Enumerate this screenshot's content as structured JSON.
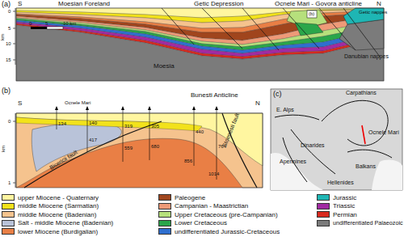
{
  "diagram": {
    "labels": [
      "(a)",
      "S",
      "Moesian Foreland",
      "Getic Depression",
      "Ocnele Mari - Govora anticline",
      "N",
      "(b)",
      "Getic nappes",
      "Danubian nappes",
      "Moesia",
      "0",
      "5",
      "10",
      "15",
      "km",
      "0",
      "5",
      "10 km",
      "(b)",
      "S",
      "N",
      "Bunesti Anticline",
      "Ocnele Mari",
      "134",
      "140",
      "319",
      "305",
      "417",
      "559",
      "680",
      "440",
      "856",
      "764",
      "1014",
      "Bisericii fault",
      "Stoenesti fault",
      "0",
      "km",
      "1",
      "(c)",
      "E. Alps",
      "Carpathians",
      "Apennines",
      "Dinarides",
      "Balkans",
      "Ocnele Mari",
      "Hellenides"
    ],
    "legend": [
      {
        "text": "upper Miocene - Quaternary",
        "color": "#fff6a0"
      },
      {
        "text": "middle Miocene (Sarmatian)",
        "color": "#f2e21b"
      },
      {
        "text": "middle Miocene (Badenian)",
        "color": "#f5c38e"
      },
      {
        "text": "Salt - middle Miocene (Badenian)",
        "color": "#b9c3d9"
      },
      {
        "text": "lower Miocene (Burdigalian)",
        "color": "#e97f45"
      },
      {
        "text": "Paleogene",
        "color": "#a0451d"
      },
      {
        "text": "Campanian - Maastrictian",
        "color": "#ee9a78"
      },
      {
        "text": "Upper Cretaceous (pre-Campanian)",
        "color": "#b6e07c"
      },
      {
        "text": "Lower Cretaceous",
        "color": "#2aa64a"
      },
      {
        "text": "undifferentiated Jurassic-Cretaceous",
        "color": "#2f6fcf"
      },
      {
        "text": "Jurassic",
        "color": "#1eb6b4"
      },
      {
        "text": "Triassic",
        "color": "#a12ba2"
      },
      {
        "text": "Permian",
        "color": "#d82a1f"
      },
      {
        "text": "undifferentiated Palaeozoic",
        "color": "#7b7b7b"
      }
    ]
  }
}
